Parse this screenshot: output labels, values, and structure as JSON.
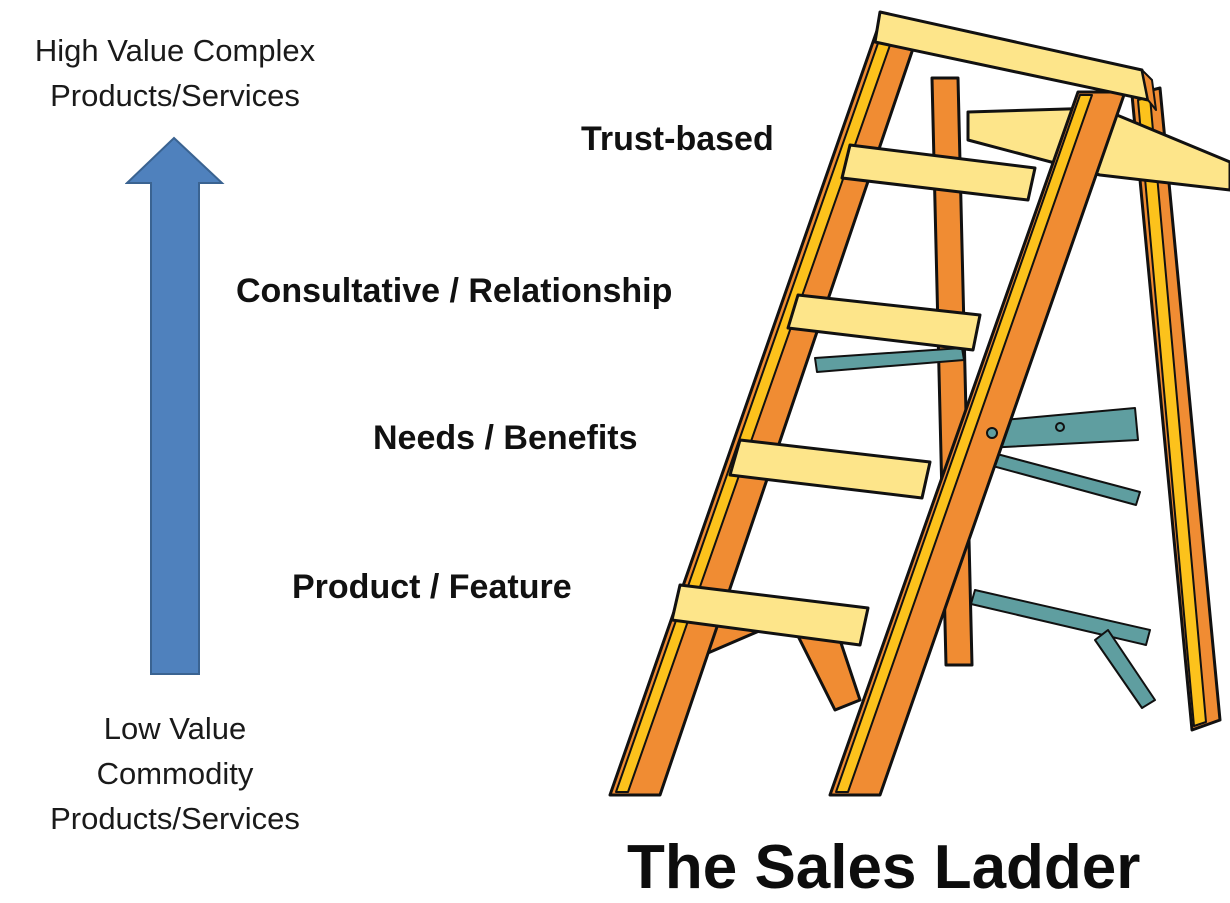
{
  "axis": {
    "top_label_lines": [
      "High Value Complex",
      "Products/Services"
    ],
    "bottom_label_lines": [
      "Low Value",
      "Commodity",
      "Products/Services"
    ],
    "arrow_color": "#4f81bd",
    "arrow_outline_color": "#3a6391"
  },
  "rungs": [
    {
      "label": "Trust-based"
    },
    {
      "label": "Consultative / Relationship"
    },
    {
      "label": "Needs / Benefits"
    },
    {
      "label": "Product / Feature"
    }
  ],
  "ladder": {
    "rail_color": "#f08c33",
    "rail_highlight_color": "#fcc21c",
    "step_color": "#fde58a",
    "brace_color": "#5f9ea0",
    "outline_color": "#111111"
  },
  "title": "The Sales Ladder"
}
